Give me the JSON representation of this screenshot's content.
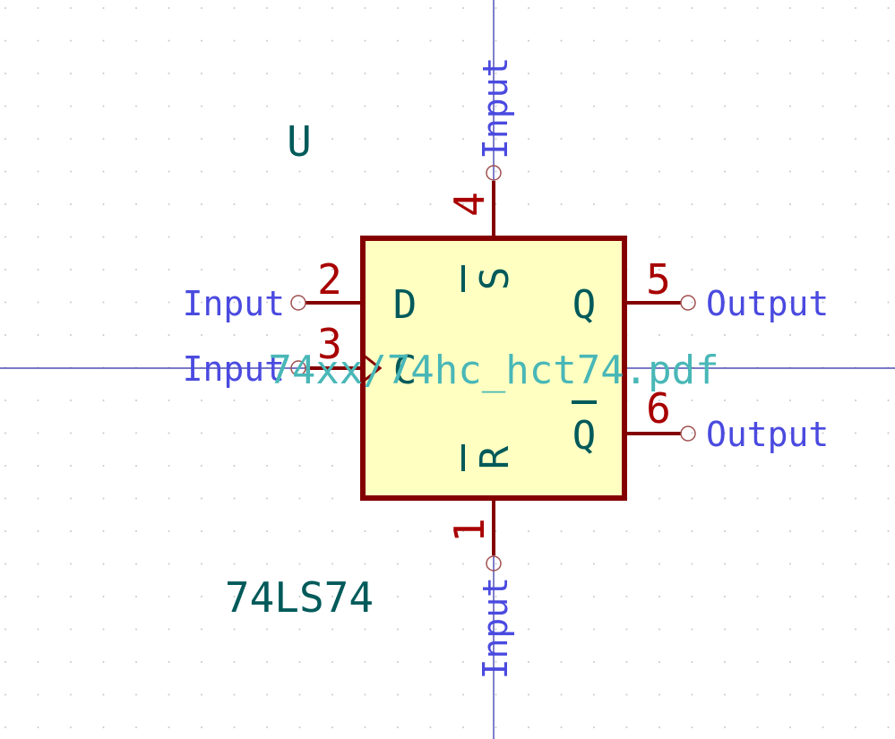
{
  "component": {
    "reference": "U",
    "value": "74LS74",
    "datasheet": "74xx/74hc_hct74.pdf"
  },
  "pins": {
    "d": {
      "number": "2",
      "name": "D",
      "type": "Input"
    },
    "clk": {
      "number": "3",
      "name": "C",
      "type": "Input"
    },
    "set": {
      "number": "4",
      "name": "S",
      "type": "Input"
    },
    "reset": {
      "number": "1",
      "name": "R",
      "type": "Input"
    },
    "q": {
      "number": "5",
      "name": "Q",
      "type": "Output"
    },
    "qbar": {
      "number": "6",
      "name": "Q",
      "type": "Output"
    }
  },
  "colors": {
    "body_fill": "#ffffc2",
    "body_stroke": "#840000",
    "pin_line": "#840000",
    "pin_number": "#a80000",
    "pin_name": "#005a5a",
    "pin_type": "#4a4ae0",
    "crosshair": "#2a2aa8",
    "grid_dot": "#c8c8c8",
    "datasheet_text": "#49b7b7"
  }
}
